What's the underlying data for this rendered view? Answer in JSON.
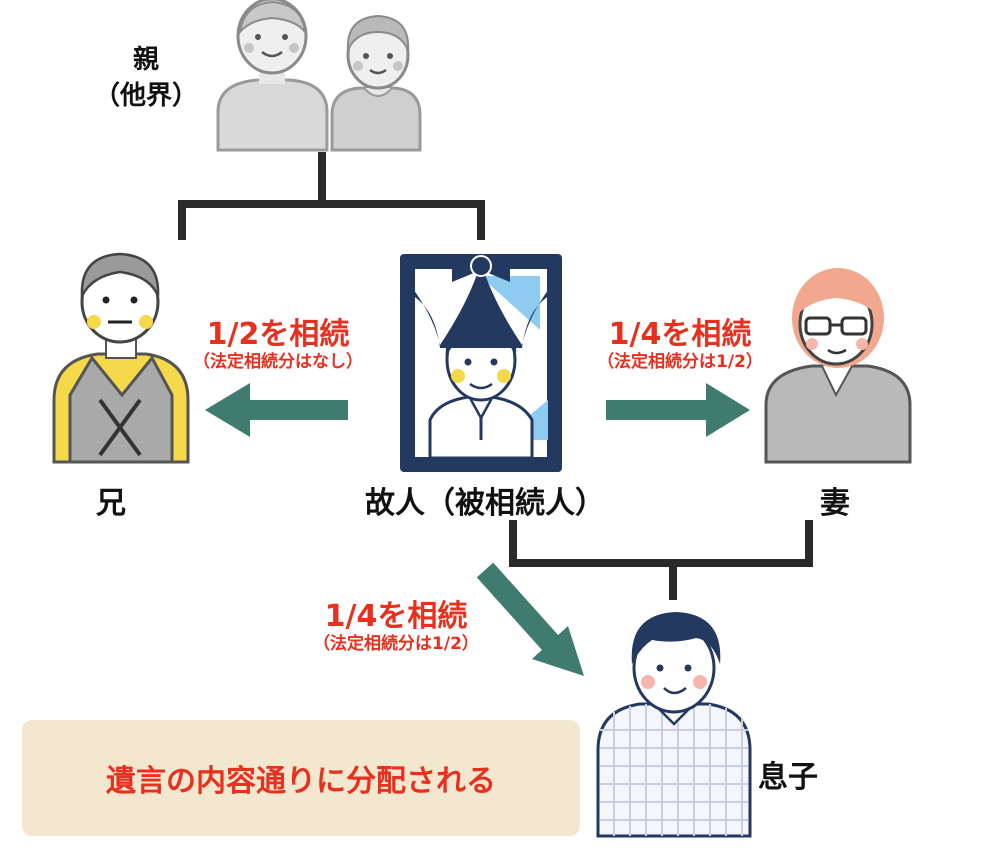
{
  "people": {
    "parents_label_line1": "親",
    "parents_label_line2": "（他界）",
    "brother_label": "兄",
    "deceased_label": "故人（被相続人）",
    "wife_label": "妻",
    "son_label": "息子"
  },
  "shares": {
    "brother": {
      "main": "1/2を相続",
      "sub": "（法定相続分はなし）"
    },
    "wife": {
      "main": "1/4を相続",
      "sub": "（法定相続分は1/2）"
    },
    "son": {
      "main": "1/4を相続",
      "sub": "（法定相続分は1/2）"
    }
  },
  "note": "遺言の内容通りに分配される",
  "colors": {
    "accent_red": "#e8301e",
    "arrow_teal": "#3f7b6f",
    "line_dark": "#2a2a2a",
    "frame_navy": "#24395f",
    "note_bg": "#f3e8cf",
    "brother_vest": "#f6d94a"
  },
  "icons": [
    "father-illustration",
    "mother-illustration",
    "brother-illustration",
    "deceased-portrait-icon",
    "wife-illustration",
    "son-illustration"
  ]
}
